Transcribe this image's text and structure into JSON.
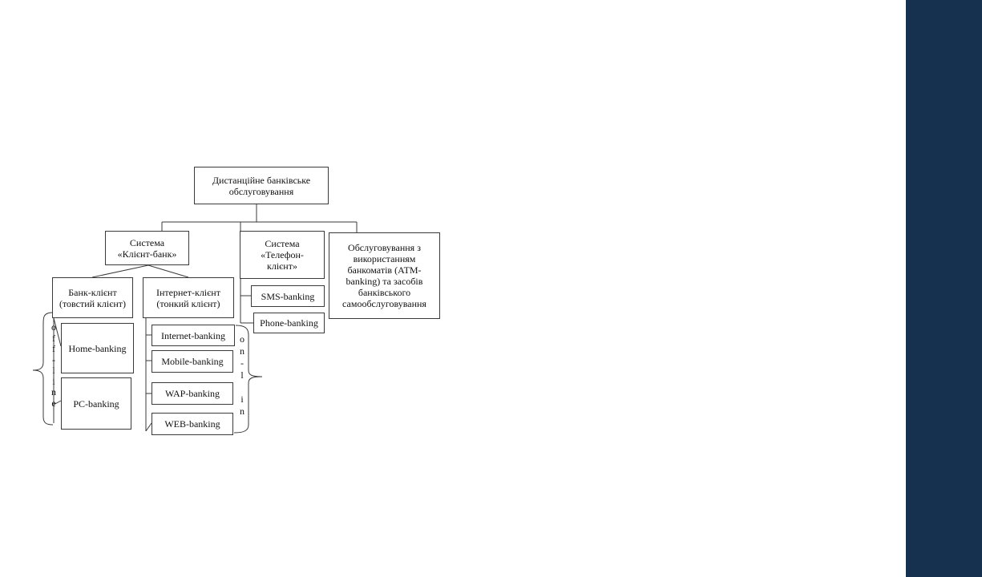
{
  "theme": {
    "sidebar_color": "#16304f",
    "line_color": "#3a3a3a"
  },
  "diagram": {
    "root": "Дистанційне банківське\nобслуговування",
    "client_bank": "Система\n«Клієнт-банк»",
    "phone_client": "Система\n«Телефон-\nклієнт»",
    "atm": "Обслуговування з\nвикористанням\nбанкоматів (АТМ-\nbanking) та засобів\nбанківського\nсамообслуговування",
    "bank_client": "Банк-клієнт\n(товстий клієнт)",
    "internet_client": "Інтернет-клієнт\n(тонкий клієнт)",
    "sms_banking": "SMS-banking",
    "phone_banking": "Phone-banking",
    "home_banking": "Home-banking",
    "pc_banking": "PC-banking",
    "internet_banking": "Internet-banking",
    "mobile_banking": "Mobile-banking",
    "wap_banking": "WAP-banking",
    "web_banking": "WEB-banking",
    "offline_label": "o\nf\nf\n-\nl\ni\nn\ne",
    "online_label": "o\nn\n-\nl\n\ni\nn"
  }
}
